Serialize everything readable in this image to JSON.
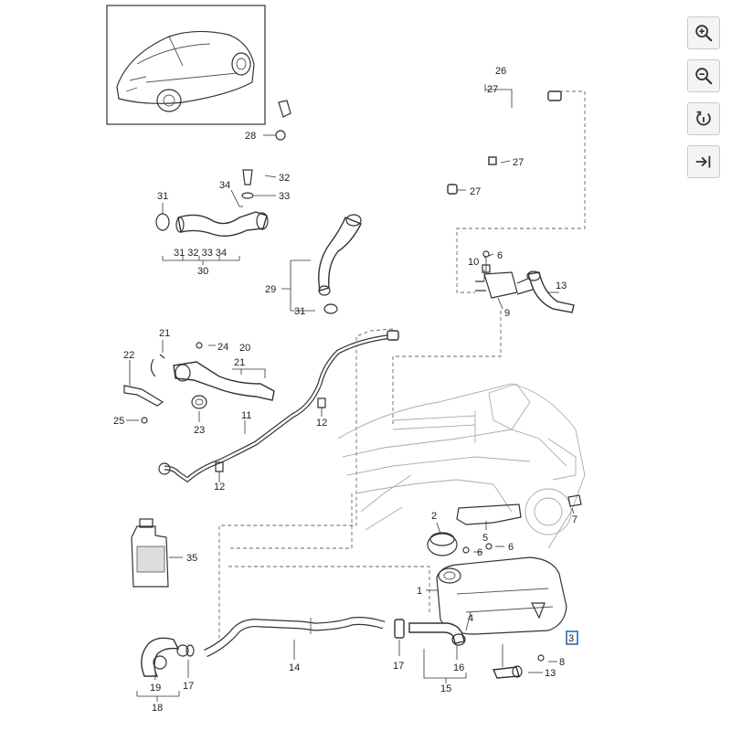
{
  "toolbar": {
    "zoom_in_icon": "zoom-in-icon",
    "zoom_out_icon": "zoom-out-icon",
    "reset_icon": "rotate-reset-icon",
    "fit_icon": "arrow-to-line-icon"
  },
  "callouts": {
    "c1": "1",
    "c2": "2",
    "c3": "3",
    "c4": "4",
    "c5": "5",
    "c6a": "6",
    "c6b": "6",
    "c6c": "6",
    "c7": "7",
    "c8": "8",
    "c9": "9",
    "c10": "10",
    "c11": "11",
    "c12a": "12",
    "c12b": "12",
    "c13a": "13",
    "c13b": "13",
    "c14": "14",
    "c15": "15",
    "c16": "16",
    "c17a": "17",
    "c17b": "17",
    "c18": "18",
    "c19": "19",
    "c20": "20",
    "c21a": "21",
    "c21b": "21",
    "c22": "22",
    "c23": "23",
    "c24": "24",
    "c25": "25",
    "c26": "26",
    "c27a": "27",
    "c27b": "27",
    "c27c": "27",
    "c28": "28",
    "c29": "29",
    "c30": "30",
    "c31a": "31",
    "c31b": "31",
    "c32": "32",
    "c33": "33",
    "c34": "34",
    "c35": "35",
    "sub30": "31 32 33 34"
  },
  "colors": {
    "highlight": "#2b6cb0",
    "line": "#333333"
  }
}
